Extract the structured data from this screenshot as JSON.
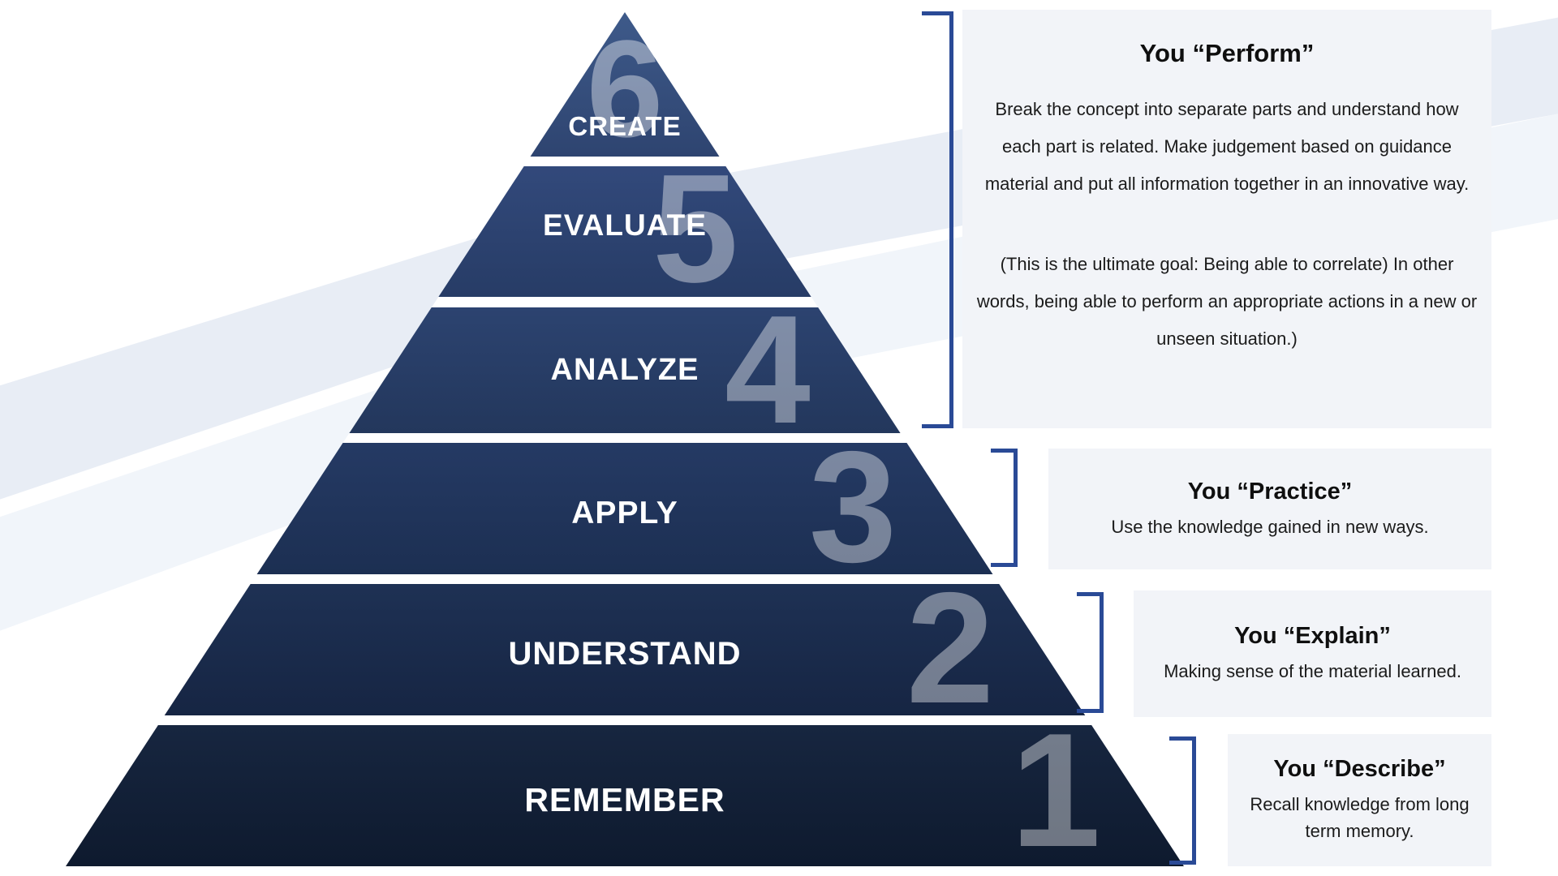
{
  "pyramid": {
    "name": "Bloom's Taxonomy pyramid",
    "levels": [
      {
        "number": "6",
        "label": "CREATE"
      },
      {
        "number": "5",
        "label": "EVALUATE"
      },
      {
        "number": "4",
        "label": "ANALYZE"
      },
      {
        "number": "3",
        "label": "APPLY"
      },
      {
        "number": "2",
        "label": "UNDERSTAND"
      },
      {
        "number": "1",
        "label": "REMEMBER"
      }
    ]
  },
  "annotations": {
    "perform": {
      "title": "You “Perform”",
      "body1": "Break the concept into separate parts and understand how each part is related. Make judgement based on guidance material and put all information together in an innovative way.",
      "body2": "(This is the ultimate goal: Being able to correlate) In other words, being able to perform an appropriate actions in a new or unseen situation.)"
    },
    "practice": {
      "title": "You “Practice”",
      "body": "Use the knowledge gained in new ways."
    },
    "explain": {
      "title": "You “Explain”",
      "body": "Making sense of the material learned."
    },
    "describe": {
      "title": "You “Describe”",
      "body": "Recall knowledge from long term memory."
    }
  },
  "colors": {
    "pyramid_top": "#3e5a8a",
    "pyramid_bottom": "#0e1a2e",
    "level_gap": "#ffffff",
    "ghost_number": "rgba(255,255,255,0.40)",
    "bracket": "#2a4a96",
    "panel_background": "#f2f4f8",
    "watermark_1": "#e8edf5",
    "watermark_2": "#f1f5fa"
  }
}
